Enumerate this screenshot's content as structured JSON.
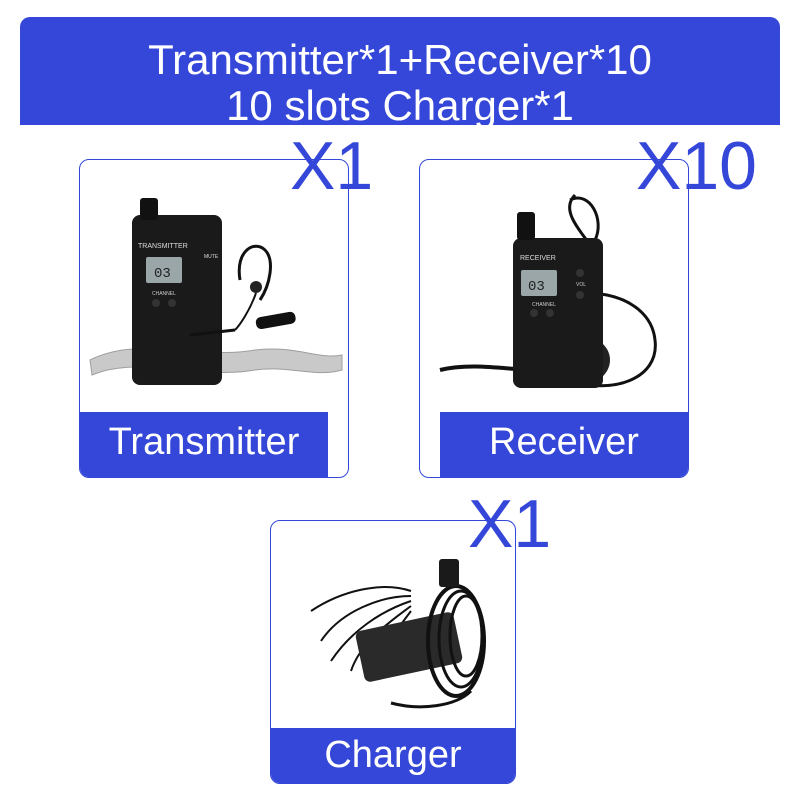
{
  "banner": {
    "line1": "Transmitter*1+Receiver*10",
    "line2": "10 slots Charger*1"
  },
  "items": [
    {
      "quantity": "X1",
      "label": "Transmitter"
    },
    {
      "quantity": "X10",
      "label": "Receiver"
    },
    {
      "quantity": "X1",
      "label": "Charger"
    }
  ],
  "transmitter_device": {
    "brand_text": "TRANSMITTER",
    "mute_text": "MUTE",
    "display": "03",
    "channel_text": "CHANNEL"
  },
  "receiver_device": {
    "brand_text": "RECEIVER",
    "vol_text": "VOL",
    "display": "03",
    "channel_text": "CHANNEL"
  },
  "colors": {
    "accent": "#3547d8",
    "device": "#1a1a1a",
    "lcd": "#9aa6a8"
  }
}
